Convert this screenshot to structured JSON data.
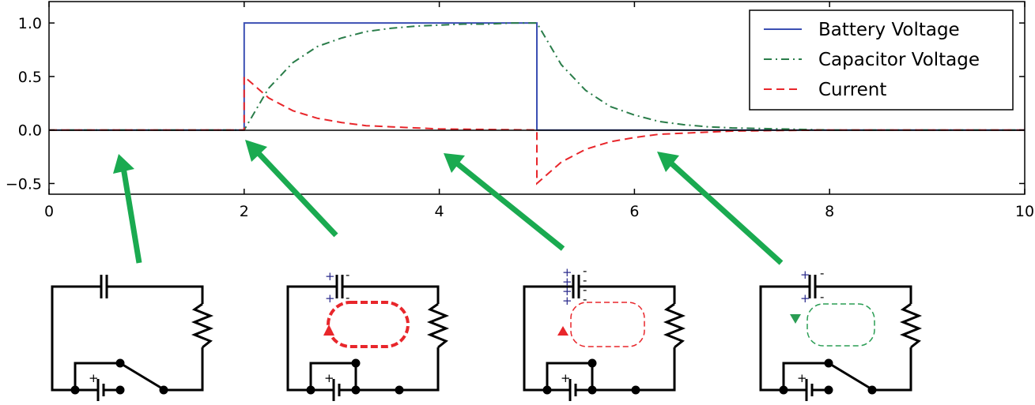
{
  "chart_data": {
    "type": "line",
    "xlim": [
      0,
      10
    ],
    "ylim": [
      -0.6,
      1.2
    ],
    "grid": false,
    "legend_position": "top-right",
    "x_ticks": [
      "0",
      "2",
      "4",
      "6",
      "8",
      "10"
    ],
    "y_ticks": [
      "1.0",
      "0.5",
      "0.0",
      "−0.5"
    ],
    "y_tick_values": [
      1.0,
      0.5,
      0.0,
      -0.5
    ],
    "x_tick_values": [
      0,
      2,
      4,
      6,
      8,
      10
    ],
    "series": [
      {
        "name": "Battery Voltage",
        "color": "#3b4fb3",
        "style": "solid",
        "x": [
          0,
          2.0,
          2.0,
          5.0,
          5.0,
          10
        ],
        "y": [
          0,
          0,
          1.0,
          1.0,
          0,
          0
        ]
      },
      {
        "name": "Capacitor Voltage",
        "color": "#2a7d4a",
        "style": "dashdot",
        "x": [
          0,
          2.0,
          2.25,
          2.5,
          2.75,
          3.0,
          3.25,
          3.5,
          3.75,
          4.0,
          4.25,
          4.5,
          4.75,
          5.0,
          5.25,
          5.5,
          5.75,
          6.0,
          6.25,
          6.5,
          6.75,
          7.0,
          7.5,
          8.0,
          10
        ],
        "y": [
          0,
          0,
          0.39,
          0.63,
          0.78,
          0.86,
          0.92,
          0.95,
          0.97,
          0.98,
          0.99,
          0.99,
          1.0,
          1.0,
          0.61,
          0.37,
          0.22,
          0.14,
          0.08,
          0.05,
          0.03,
          0.02,
          0.01,
          0.0,
          0.0
        ]
      },
      {
        "name": "Current",
        "color": "#e8262b",
        "style": "dashed",
        "x": [
          0,
          2.0,
          2.0,
          2.25,
          2.5,
          2.75,
          3.0,
          3.25,
          3.5,
          3.75,
          4.0,
          4.5,
          5.0,
          5.0,
          5.25,
          5.5,
          5.75,
          6.0,
          6.25,
          6.5,
          6.75,
          7.0,
          7.5,
          8.0,
          10
        ],
        "y": [
          0,
          0,
          0.5,
          0.3,
          0.18,
          0.11,
          0.07,
          0.04,
          0.03,
          0.02,
          0.01,
          0.005,
          0.0,
          -0.5,
          -0.3,
          -0.18,
          -0.11,
          -0.07,
          -0.04,
          -0.03,
          -0.02,
          -0.01,
          -0.005,
          0.0,
          0.0
        ]
      }
    ]
  },
  "colors": {
    "arrow": "#1aaa50",
    "charge": "#2b2b8c"
  }
}
